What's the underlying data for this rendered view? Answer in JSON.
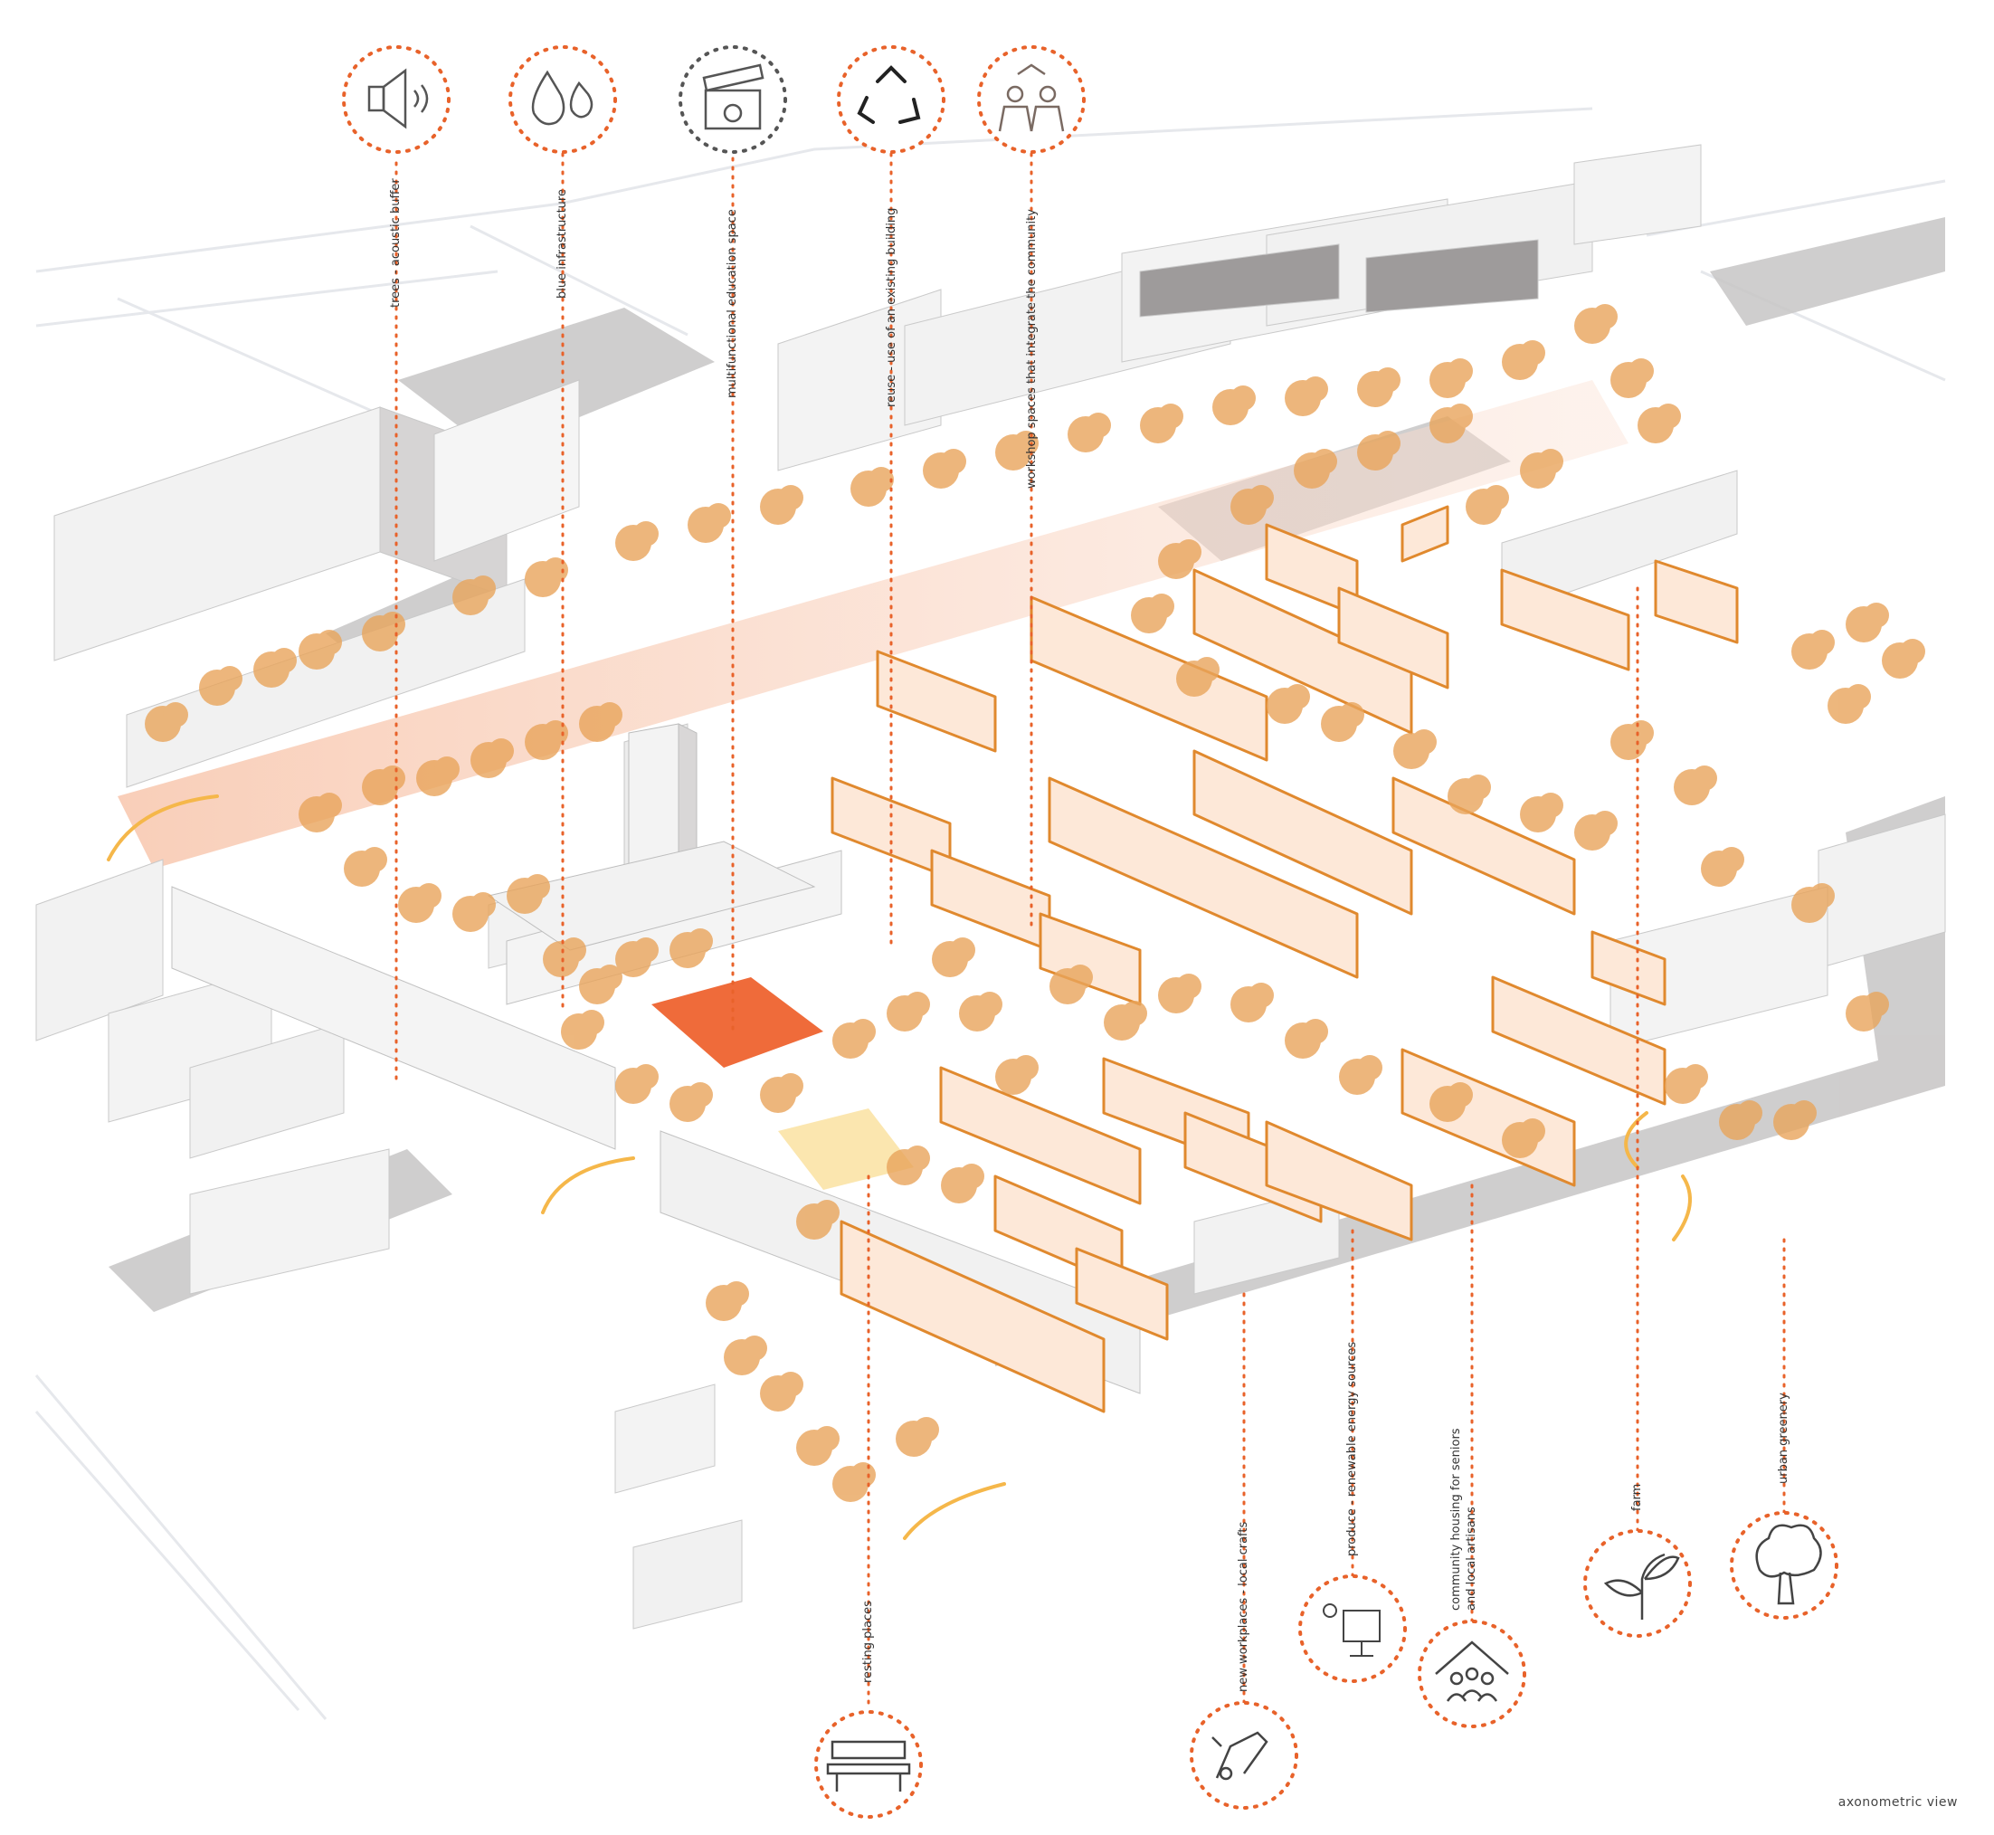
{
  "colors": {
    "accent": "#e8622a",
    "building_fill": "#fde8d8",
    "building_stroke": "#e0892e",
    "tree": "#e9a55c",
    "shadow": "#b9b6b6",
    "plaza": "#ef6b3a",
    "yellow": "#fbe3a6",
    "road": "#eef0f3"
  },
  "caption": "axonometric view",
  "top_icons": [
    {
      "icon": "speaker-icon",
      "label": "trees - acoustic buffer"
    },
    {
      "icon": "water-drops-icon",
      "label": "blue infrastructure"
    },
    {
      "icon": "clapperboard-icon",
      "label": "multifunctional education space"
    },
    {
      "icon": "recycle-icon",
      "label": "reuse - use of an existing building"
    },
    {
      "icon": "high-five-icon",
      "label": "workshop spaces that integrate the community"
    }
  ],
  "bottom_icons": [
    {
      "icon": "bench-icon",
      "label": "resting places"
    },
    {
      "icon": "craft-hands-icon",
      "label": "new workplaces - local crafts"
    },
    {
      "icon": "solar-panel-icon",
      "label": "produce - renewable energy sources"
    },
    {
      "icon": "community-house-icon",
      "label": "community housing for seniors",
      "label2": "and local artisans"
    },
    {
      "icon": "sprout-icon",
      "label": "farm"
    },
    {
      "icon": "tree-icon",
      "label": "urban greenery"
    }
  ]
}
